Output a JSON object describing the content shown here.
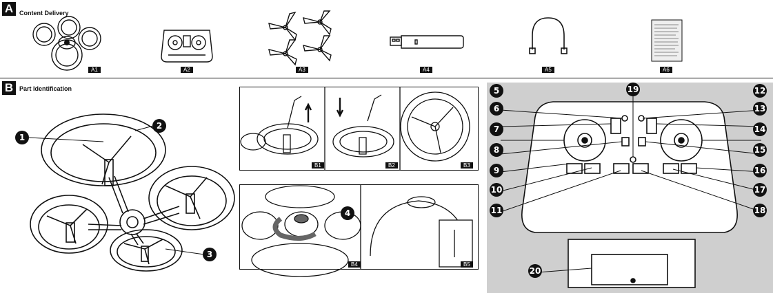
{
  "section_a": {
    "letter": "A",
    "title": "Content Delivery"
  },
  "section_b": {
    "letter": "B",
    "title": "Part Identification"
  },
  "contents": [
    "A1",
    "A2",
    "A3",
    "A4",
    "A5",
    "A6"
  ],
  "detail_tags": [
    "B1",
    "B2",
    "B3",
    "B4",
    "B5"
  ],
  "drone_callouts": [
    "1",
    "2",
    "3",
    "4"
  ],
  "controller_callouts": [
    "5",
    "6",
    "7",
    "8",
    "9",
    "10",
    "11",
    "12",
    "13",
    "14",
    "15",
    "16",
    "17",
    "18",
    "19",
    "20"
  ]
}
